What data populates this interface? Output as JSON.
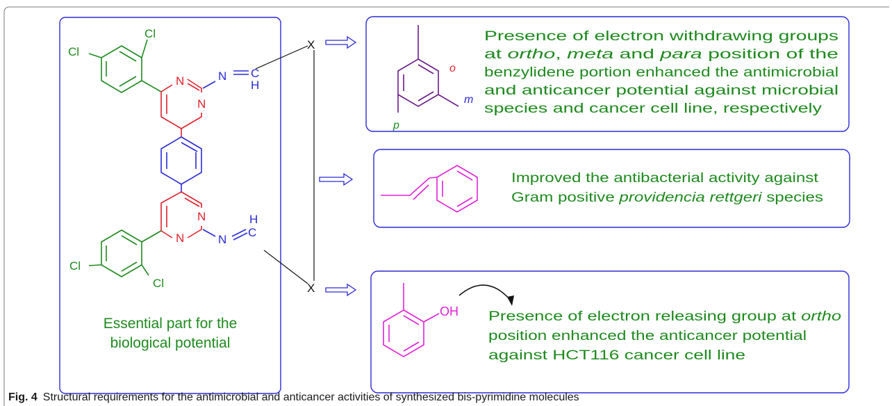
{
  "colors": {
    "box_border": "#2a2ad6",
    "pyrimidine": "#e0202a",
    "phenyl_linker": "#2a2ad6",
    "imine": "#2a2ad6",
    "benzylidene": "#6a1a8a",
    "styryl": "#e020d8",
    "phenol": "#e020d8",
    "note_text": "#1e8a1e",
    "frame": "#7a7a7a"
  },
  "molecule": {
    "atoms": {
      "cl_top_right": "Cl",
      "cl_top_left": "Cl",
      "cl_bottom_left": "Cl",
      "cl_bottom_right": "Cl",
      "n1": "N",
      "n2": "N",
      "n3": "N",
      "n4": "N",
      "imine_n_top": "N",
      "imine_c_top": "C",
      "imine_h_top": "H",
      "imine_n_bottom": "N",
      "imine_c_bottom": "C",
      "imine_h_bottom": "H"
    },
    "x_top": "X",
    "x_bottom": "X",
    "essential_line1": "Essential part for the",
    "essential_line2": "biological potential"
  },
  "box1": {
    "labels": {
      "ortho": "o",
      "meta": "m",
      "para": "p"
    },
    "lines": [
      "Presence of electron withdrawing groups",
      "at",
      "ortho",
      ", ",
      "meta",
      " and ",
      "para",
      " position of the",
      "benzylidene portion enhanced the antimicrobial",
      "and anticancer potential against microbial",
      "species and cancer cell line, respectively"
    ]
  },
  "box2": {
    "line1": "Improved the antibacterial activity against",
    "line2_a": "Gram positive ",
    "line2_b": "providencia rettgeri",
    "line2_c": " species"
  },
  "box3": {
    "oh_label": "OH",
    "line1_a": "Presence of electron releasing group at ",
    "line1_b": "ortho",
    "line2": "position enhanced the anticancer potential",
    "line3": "against HCT116 cancer cell line"
  },
  "caption": {
    "label": "Fig. 4",
    "text": "Structural requirements for the antimicrobial and anticancer activities of synthesized bis-pyrimidine molecules"
  }
}
